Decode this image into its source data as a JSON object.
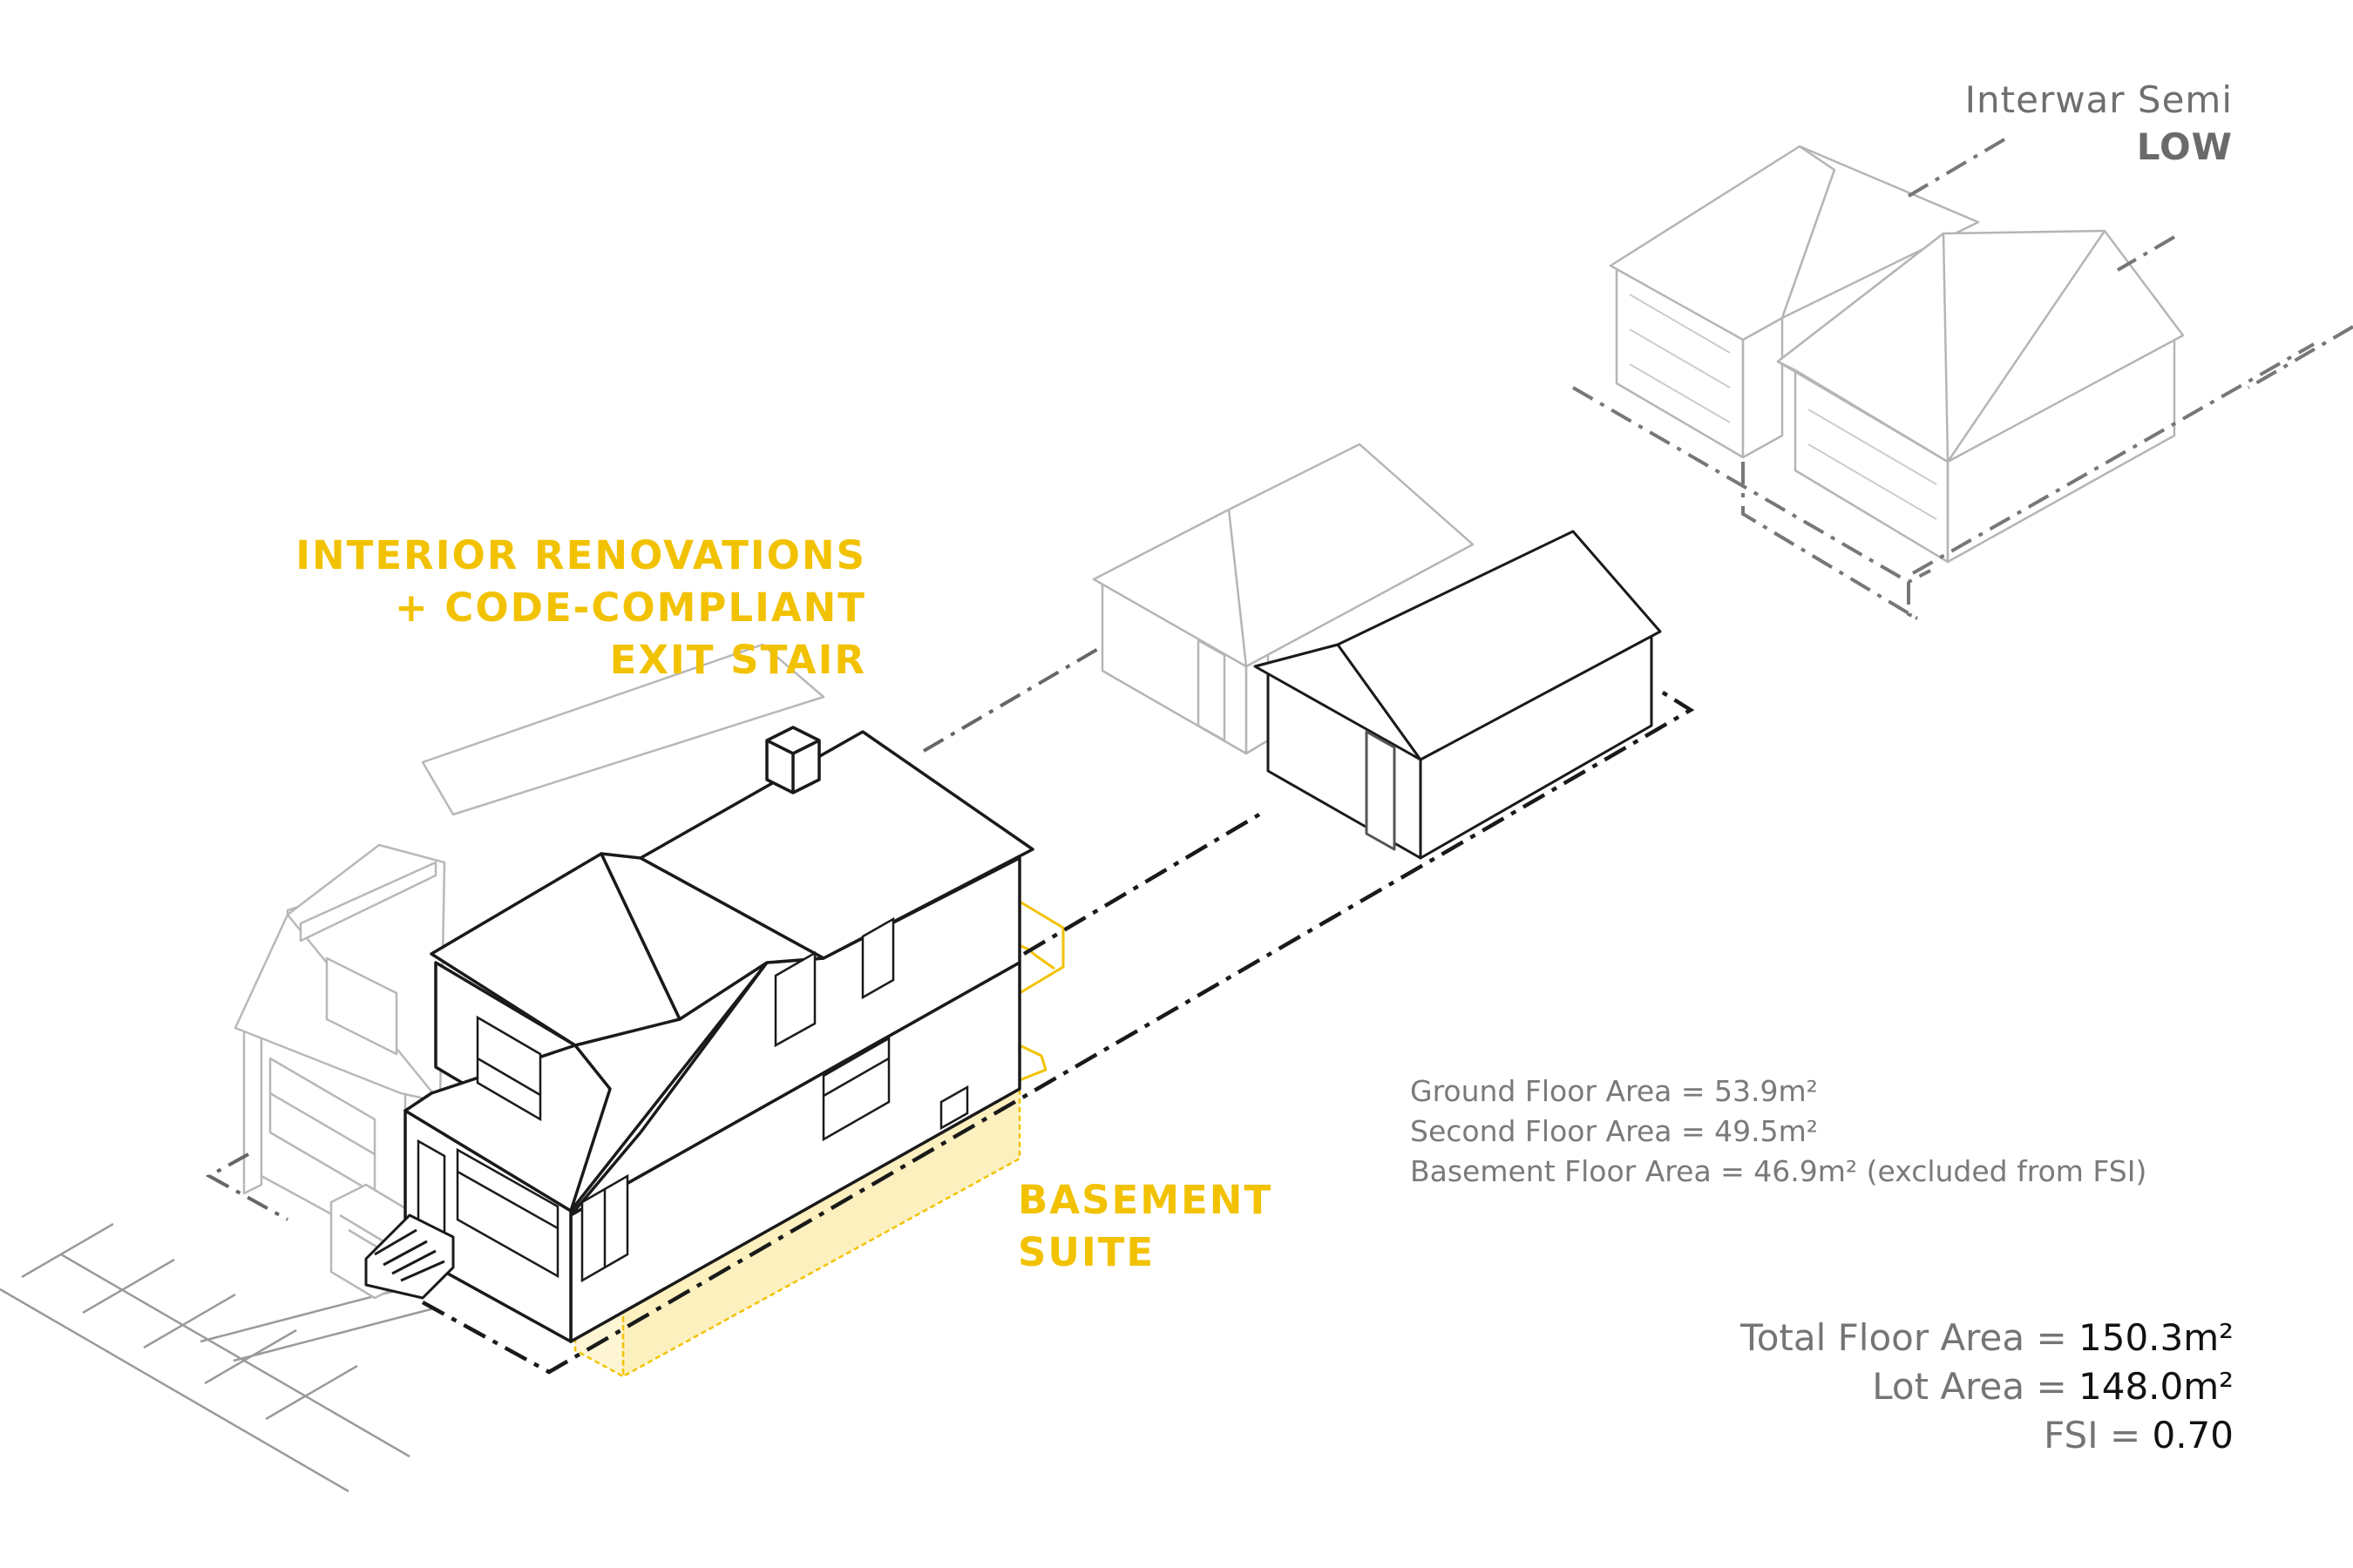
{
  "house_type": {
    "name": "Interwar Semi",
    "rating": "LOW"
  },
  "callouts": {
    "renovation": [
      "INTERIOR RENOVATIONS",
      "+ CODE-COMPLIANT",
      "EXIT STAIR"
    ],
    "basement": [
      "BASEMENT",
      "SUITE"
    ]
  },
  "floor_areas": [
    "Ground Floor Area = 53.9m²",
    "Second Floor Area = 49.5m²",
    "Basement Floor Area = 46.9m² (excluded from FSI)"
  ],
  "totals": {
    "total_label": "Total Floor Area = ",
    "total_value": "150.3m²",
    "lot_label": "Lot Area = ",
    "lot_value": "148.0m²",
    "fsi_label": "FSI = ",
    "fsi_value": "0.70"
  },
  "colors": {
    "accent": "#f2c200",
    "accent_fill": "#fdf0bf",
    "outline": "#1a1a1a",
    "ghost": "#b8b8b8",
    "text": "#757575"
  }
}
